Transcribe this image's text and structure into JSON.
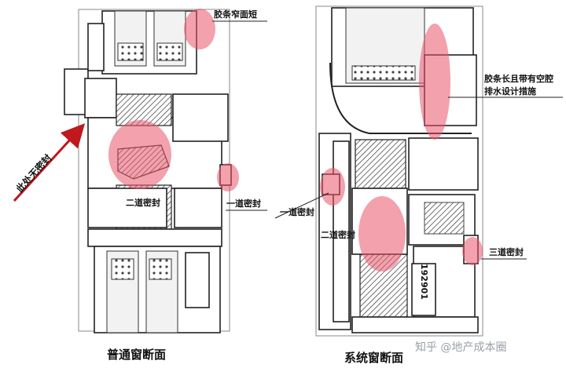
{
  "labels": {
    "strip_narrow": "胶条窄面短",
    "no_seal": "此处无密封",
    "second_seal_left": "二道密封",
    "first_seal_left": "一道密封",
    "strip_long": "胶条长且带有空腔",
    "drainage": "排水设计措施",
    "first_seal_right": "一道密封",
    "second_seal_right": "二道密封",
    "third_seal_right": "三道密封",
    "profile_code": "192901"
  },
  "captions": {
    "ordinary": "普通窗断面",
    "system": "系统窗断面"
  },
  "watermark": "知乎 @地产成本圈",
  "colors": {
    "highlight": "#e8546a",
    "arrow": "#c0181c",
    "line": "#222222"
  }
}
